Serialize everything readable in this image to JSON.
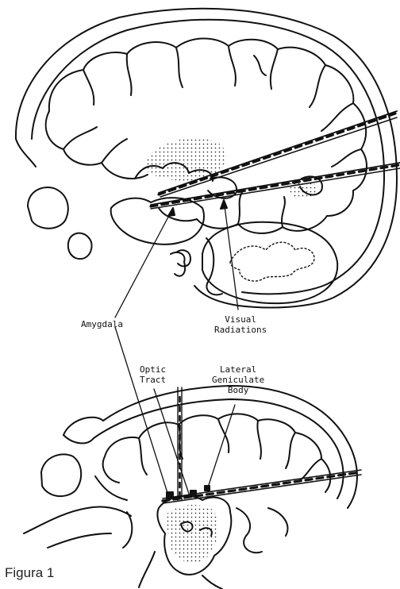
{
  "labels": {
    "amygdala": "Amygdala",
    "visual_radiations": "Visual\nRadiations",
    "optic_tract": "Optic\nTract",
    "lateral_geniculate_body": "Lateral\nGeniculate\nBody"
  },
  "caption": "Figura 1",
  "colors": {
    "ink": "#111111",
    "background": "#ffffff"
  }
}
